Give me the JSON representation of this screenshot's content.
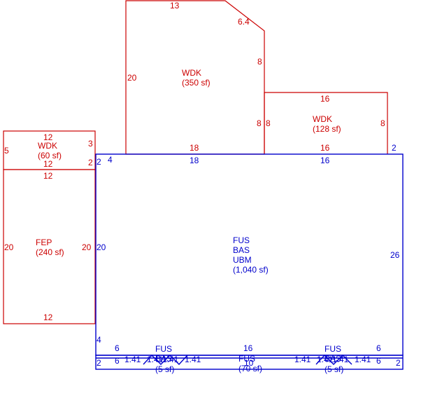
{
  "areas": {
    "wdk_top": {
      "code": "WDK",
      "area": "(350 sf)"
    },
    "wdk_right": {
      "code": "WDK",
      "area": "(128 sf)"
    },
    "wdk_left": {
      "code": "WDK",
      "area": "(60 sf)"
    },
    "fep": {
      "code": "FEP",
      "area": "(240 sf)"
    },
    "main": {
      "line1": "FUS",
      "line2": "BAS",
      "line3": "UBM",
      "area": "(1,040 sf)"
    },
    "fus_left": {
      "code1": "FUS",
      "code2": "BAS",
      "area": "(5 sf)"
    },
    "fus_mid": {
      "code": "FUS",
      "area": "(70 sf)"
    },
    "fus_right": {
      "code1": "FUS",
      "code2": "BAS",
      "area": "(5 sf)"
    }
  },
  "dims": {
    "wdk_top": {
      "top": "13",
      "diag": "6.4",
      "right": "8",
      "left": "20",
      "bottom": "18"
    },
    "wdk_right": {
      "top": "16",
      "left": "8",
      "left2": "8",
      "right": "8",
      "bottom": "16"
    },
    "wdk_left": {
      "top": "12",
      "left": "5",
      "right": "3",
      "bottom": "12",
      "step": "2"
    },
    "fep": {
      "top": "12",
      "left": "20",
      "right": "20",
      "bottom": "12"
    },
    "main": {
      "top_mid": "18",
      "top_right": "16",
      "right_top": "2",
      "left_top": "2",
      "left_top_inner": "4",
      "left": "20",
      "right": "26",
      "left_bottom": "4",
      "bottom_left": "6",
      "bottom_mid": "16",
      "bottom_right": "6"
    },
    "strip": {
      "left_end": "2",
      "left_in": "6",
      "right_in": "6",
      "right_end": "2",
      "diag": "1.41",
      "mid": "10"
    }
  },
  "colors": {
    "outbuilding": "#cc0000",
    "main": "#0000cc"
  }
}
